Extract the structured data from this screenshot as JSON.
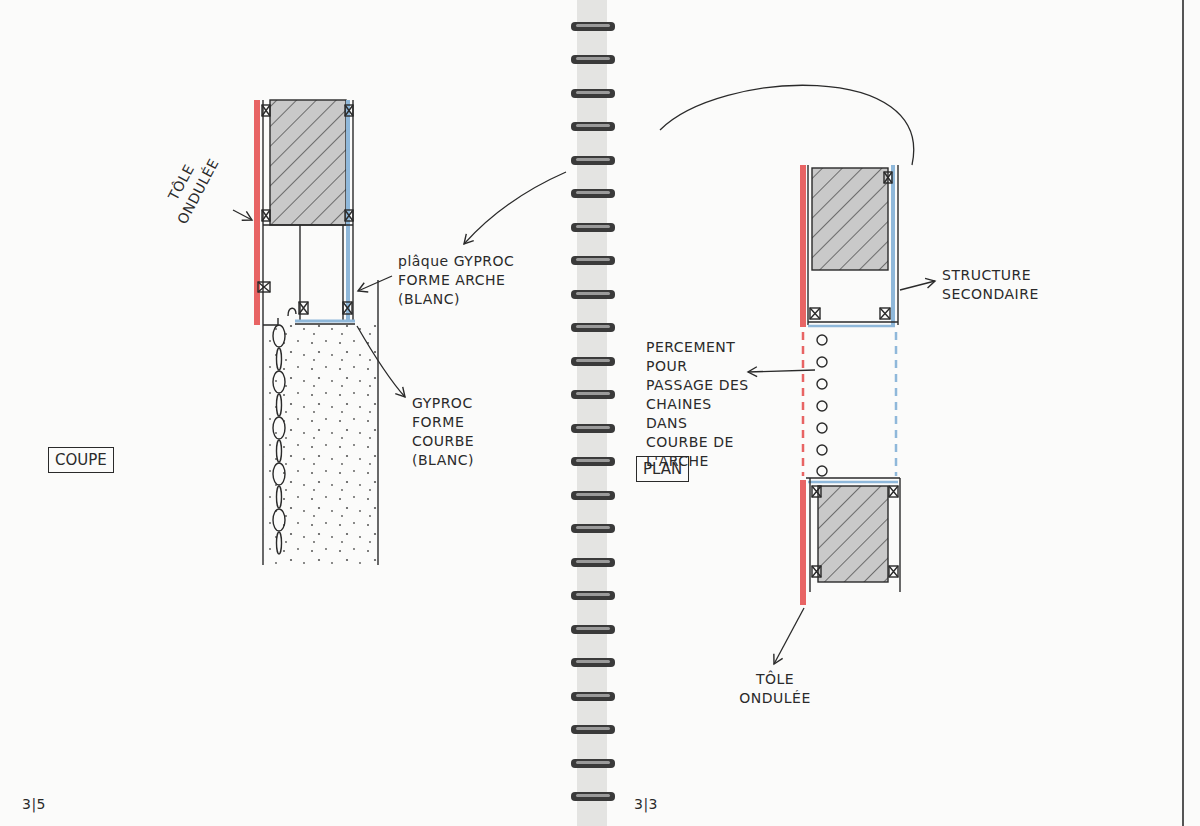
{
  "diagram": {
    "nodes": [
      {
        "text": [
          "COUPE"
        ]
      },
      {
        "text": [
          "PLAN"
        ]
      }
    ],
    "labels": [
      "TÔLE ONDULÉE",
      "plâque GYPROC FORME ARCHE (BLANC)",
      "GYPROC FORME COURBE (BLANC)",
      "3|5",
      "STRUCTURE SECONDAIRE",
      "PERCEMENT POUR PASSAGE DES CHAINES DANS COURBE DE L'ARCHE",
      "TÔLE ONDULÉE",
      "3|3"
    ]
  }
}
